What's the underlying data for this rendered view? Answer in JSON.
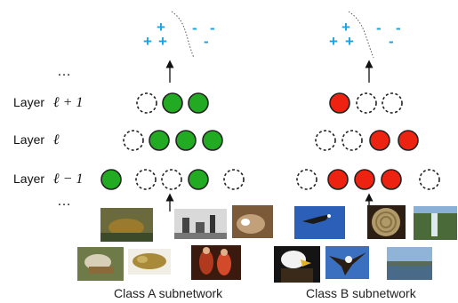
{
  "layers": {
    "label_word": "Layer",
    "upper": "ℓ + 1",
    "middle": "ℓ",
    "lower": "ℓ − 1",
    "ellipsis_top": "…",
    "ellipsis_bottom": "…"
  },
  "class_a": {
    "caption": "Class A subnetwork",
    "color": "#22aa22",
    "signs_plus": [
      "+",
      "+",
      "+"
    ],
    "signs_minus": [
      "-",
      "-",
      "-"
    ],
    "rows": {
      "upper": [
        0,
        1,
        1
      ],
      "middle": [
        0,
        1,
        1,
        1
      ],
      "lower": [
        1,
        0,
        0,
        1,
        0
      ]
    },
    "photos": [
      "fish-photo",
      "factory-photo",
      "cat-photo",
      "dog-fish-photo",
      "fish2-photo",
      "people-photo"
    ]
  },
  "class_b": {
    "caption": "Class B subnetwork",
    "color": "#ee2211",
    "signs_plus": [
      "+",
      "+",
      "+"
    ],
    "signs_minus": [
      "-",
      "-",
      "-"
    ],
    "rows": {
      "upper": [
        1,
        0,
        0
      ],
      "middle": [
        0,
        0,
        1,
        1
      ],
      "lower": [
        0,
        1,
        1,
        1,
        0
      ]
    },
    "photos": [
      "bird-flight-photo",
      "basket-photo",
      "waterfall-photo",
      "eagle-photo",
      "eagle2-photo",
      "seascape-photo"
    ]
  },
  "colors": {
    "sign": "#1ca3e0",
    "inactive_stroke": "#222222"
  }
}
